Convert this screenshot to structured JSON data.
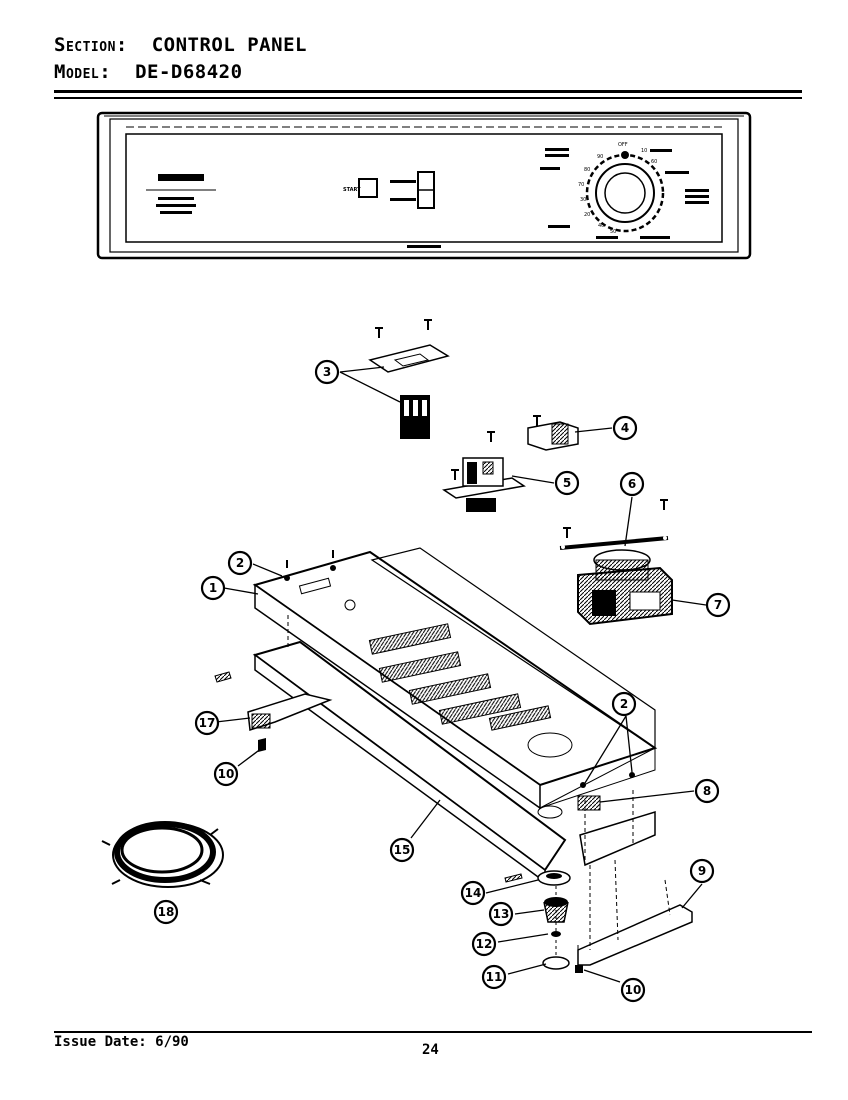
{
  "header": {
    "section_label": "Section:",
    "section_value": "CONTROL PANEL",
    "model_label": "Model:",
    "model_value": "DE-D68420"
  },
  "panel": {
    "start_label": "START",
    "dial_numbers": [
      "10",
      "20",
      "30",
      "40",
      "50",
      "60",
      "70",
      "80",
      "90",
      "OFF"
    ]
  },
  "callouts": [
    "1",
    "2",
    "2",
    "3",
    "4",
    "5",
    "6",
    "7",
    "8",
    "9",
    "10",
    "10",
    "11",
    "12",
    "13",
    "14",
    "15",
    "17",
    "18"
  ],
  "footer": {
    "issue_date": "Issue Date: 6/90",
    "page_number": "24"
  }
}
